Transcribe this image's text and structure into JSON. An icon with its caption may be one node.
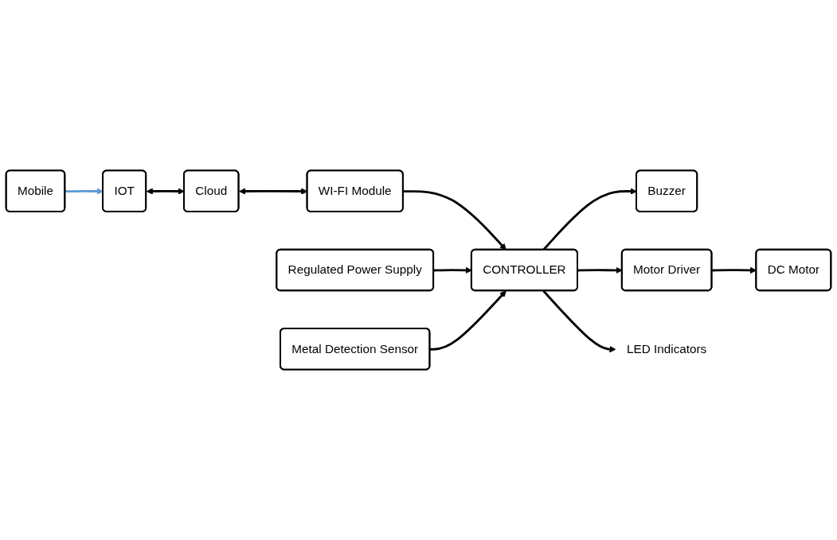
{
  "diagram": {
    "nodes": [
      {
        "text": [
          "Mobile"
        ]
      },
      {
        "text": [
          "IOT"
        ]
      },
      {
        "text": [
          "Cloud"
        ]
      },
      {
        "text": [
          "WI-FI Module"
        ]
      },
      {
        "text": [
          "Regulated Power Supply"
        ]
      },
      {
        "text": [
          "CONTROLLER"
        ]
      },
      {
        "text": [
          "Metal Detection Sensor"
        ]
      },
      {
        "text": [
          "Buzzer"
        ]
      },
      {
        "text": [
          "Motor Driver"
        ]
      },
      {
        "text": [
          "DC Motor"
        ]
      },
      {
        "text": [
          "LED Indicators"
        ]
      }
    ],
    "edges": [
      {
        "from": 0,
        "to": 1,
        "arrow": "to",
        "color": "#5b9bd5"
      },
      {
        "from": 1,
        "to": 2,
        "arrow": "both"
      },
      {
        "from": 2,
        "to": 3,
        "arrow": "both"
      },
      {
        "from": 3,
        "to": 5,
        "arrow": "to"
      },
      {
        "from": 4,
        "to": 5,
        "arrow": "to"
      },
      {
        "from": 6,
        "to": 5,
        "arrow": "to"
      },
      {
        "from": 5,
        "to": 7,
        "arrow": "to"
      },
      {
        "from": 5,
        "to": 8,
        "arrow": "to"
      },
      {
        "from": 8,
        "to": 9,
        "arrow": "to"
      },
      {
        "from": 5,
        "to": 10,
        "arrow": "to"
      }
    ]
  }
}
